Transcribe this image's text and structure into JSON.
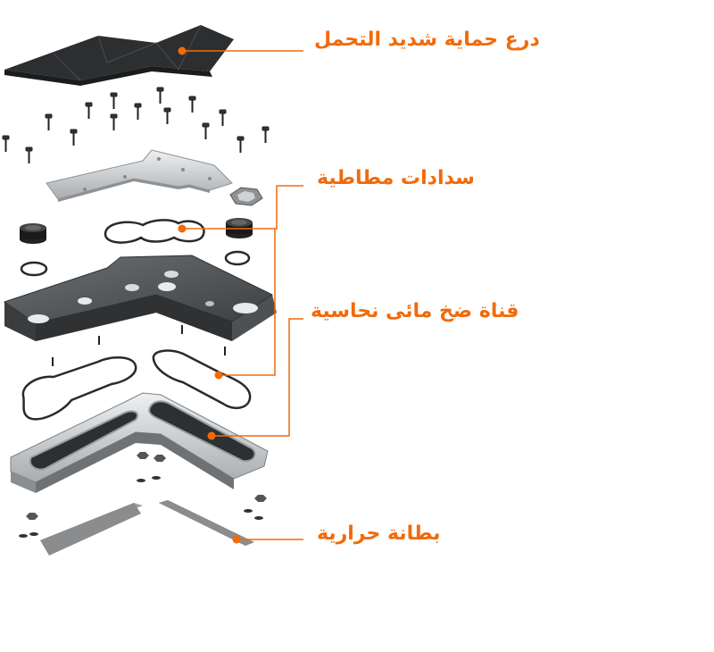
{
  "callouts": {
    "shield": "درع حماية شديد التحمل",
    "seals": "سدادات مطاطية",
    "copper": "قناة ضخ مائى نحاسية",
    "thermal_pad": "بطانة حرارية"
  },
  "colors": {
    "accent": "#f26a0a",
    "dark_part": "#2f3133",
    "aluminum": "#c9ccce",
    "thermal": "#8a8c8d"
  }
}
